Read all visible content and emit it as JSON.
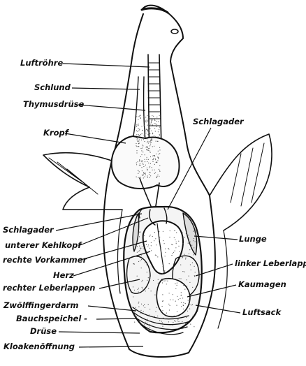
{
  "labels": {
    "luftroehre": "Luftröhre",
    "schlund": "Schlund",
    "thymus": "Thymusdrüse",
    "kropf": "Kropf",
    "schlagader_top": "Schlagader",
    "schlagader_left": "Schlagader",
    "kehlkopf": "unterer Kehlkopf",
    "vorkammer": "rechte Vorkammer",
    "herz": "Herz",
    "rechter_leber": "rechter Leberlappen",
    "zwoelffinger": "Zwölffingerdarm",
    "bauch1": "Bauchspeichel -",
    "bauch2": "Drüse",
    "kloake": "Kloakenöffnung",
    "lunge": "Lunge",
    "linker_leber": "linker Leberlappen",
    "kaumagen": "Kaumagen",
    "luftsack": "Luftsack"
  },
  "colors": {
    "ink": "#111111",
    "paper": "#ffffff",
    "stipple": "#555555"
  }
}
